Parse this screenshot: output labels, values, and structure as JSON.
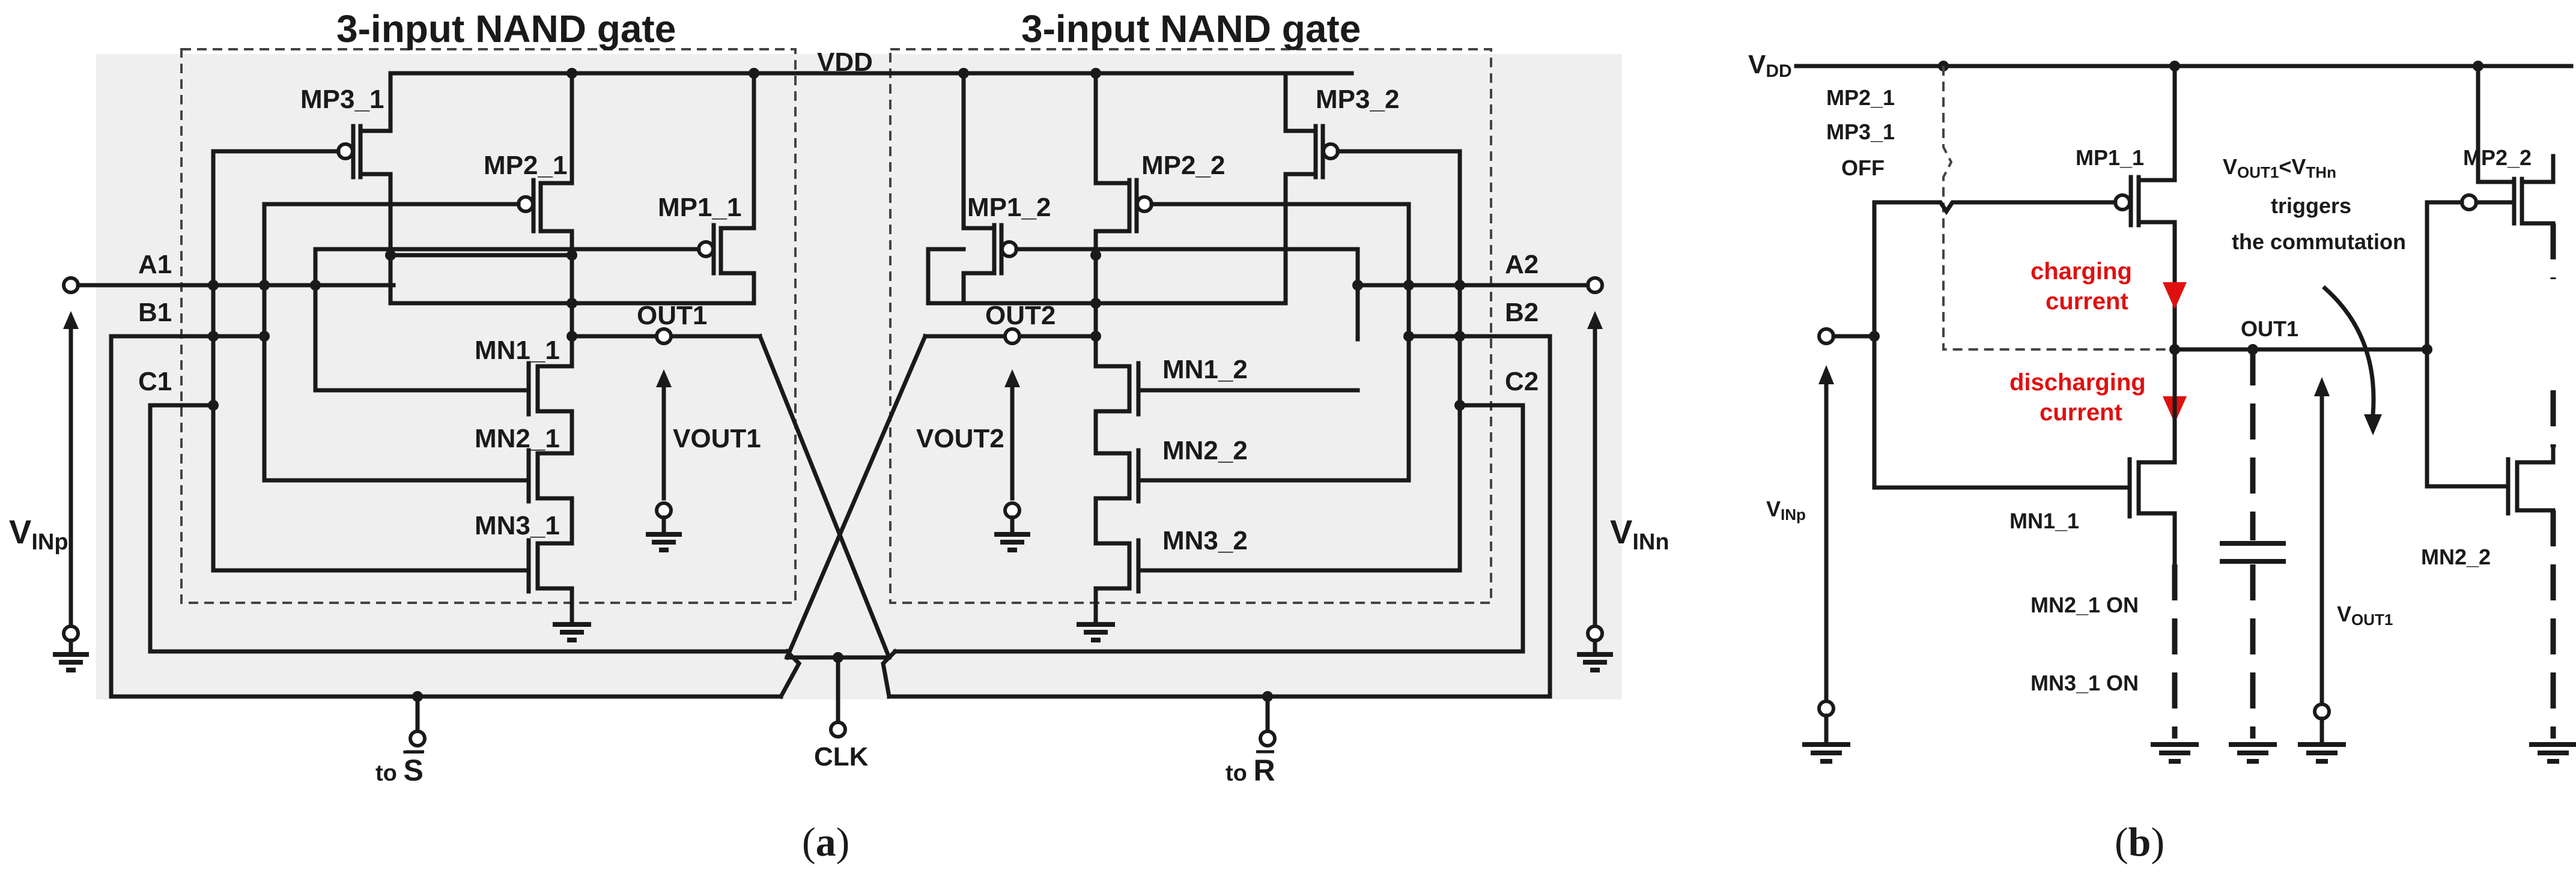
{
  "panel_a": {
    "gate_title_left": "3-input NAND gate",
    "gate_title_right": "3-input NAND gate",
    "vdd": "VDD",
    "transistors_left": [
      "MP3_1",
      "MP2_1",
      "MP1_1",
      "MN1_1",
      "MN2_1",
      "MN3_1"
    ],
    "transistors_right": [
      "MP1_2",
      "MP2_2",
      "MP3_2",
      "MN1_2",
      "MN2_2",
      "MN3_2"
    ],
    "input_a1": "A1",
    "input_b1": "B1",
    "input_c1": "C1",
    "input_a2": "A2",
    "input_b2": "B2",
    "input_c2": "C2",
    "out1": "OUT1",
    "out2": "OUT2",
    "vout1": "VOUT1",
    "vout2": "VOUT2",
    "vinp_main": "V",
    "vinp_sub": "INp",
    "vinn_main": "V",
    "vinn_sub": "INn",
    "to_s_prefix": "to ",
    "to_s_letter": "S",
    "to_r_prefix": "to ",
    "to_r_letter": "R",
    "clk": "CLK",
    "caption": "a"
  },
  "panel_b": {
    "vdd_main": "V",
    "vdd_sub": "DD",
    "mp2_1": "MP2_1",
    "mp3_1": "MP3_1",
    "off": "OFF",
    "mp1_1": "MP1_1",
    "cond_v": "V",
    "cond_sub1": "OUT1",
    "cond_lt": "<V",
    "cond_sub2": "THn",
    "triggers": "triggers",
    "commutation": "the commutation",
    "charging_1": "charging",
    "charging_2": "current",
    "discharging_1": "discharging",
    "discharging_2": "current",
    "out1": "OUT1",
    "vinp_main": "V",
    "vinp_sub": "INp",
    "mn1_1": "MN1_1",
    "mn2_1_on": "MN2_1 ON",
    "mn3_1_on": "MN3_1 ON",
    "vout1_main": "V",
    "vout1_sub": "OUT1",
    "mp2_2": "MP2_2",
    "mn2_2": "MN2_2",
    "current_color": "#e01010",
    "caption": "b"
  }
}
